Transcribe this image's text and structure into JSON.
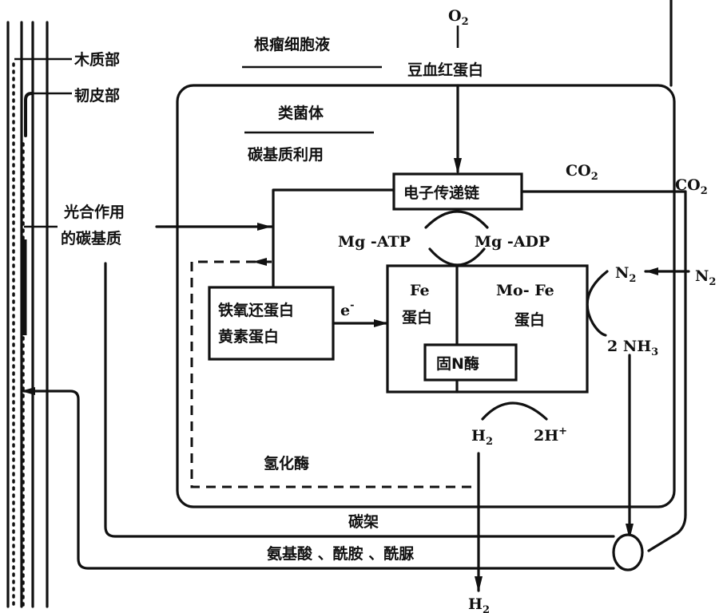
{
  "diagram": {
    "title": "根瘤菌固氮作用示意图",
    "stem": {
      "xylem_label": "木质部",
      "phloem_label": "韧皮部",
      "photosynthate_line1": "光合作用",
      "photosynthate_line2": "的碳基质"
    },
    "cytosol": {
      "label": "根瘤细胞液",
      "leghemoglobin": "豆血红蛋白",
      "o2": "O",
      "o2_sub": "2"
    },
    "bacteroid": {
      "label": "类菌体",
      "carbon_use": "碳基质利用",
      "etc": "电子传递链",
      "co2_inner": "CO",
      "co2_outer": "CO",
      "co2_sub": "2",
      "mg_atp": "Mg -ATP",
      "mg_adp": "Mg -ADP",
      "ferredoxin_line1": "铁氧还蛋白",
      "ferredoxin_line2": "黄素蛋白",
      "electron": "e",
      "electron_sup": "- ",
      "fe_protein_line1": "Fe",
      "fe_protein_line2": "蛋白",
      "mofe_protein_line1": "Mo- Fe",
      "mofe_protein_line2": "蛋白",
      "nitrogenase": "固N酶",
      "n2_inner": "N",
      "n2_outer": "N",
      "n_sub": "2",
      "nh3": "2 NH",
      "nh3_sub": "3",
      "h2_inner": "H",
      "h2_sub": "2",
      "h_plus": "2H",
      "h_plus_sup": "+",
      "hydrogenase": "氢化酶"
    },
    "bottom": {
      "carbon_skeleton": "碳架",
      "products": "氨基酸 、酰胺 、酰脲",
      "h2_out": "H",
      "h2_sub": "2"
    }
  }
}
